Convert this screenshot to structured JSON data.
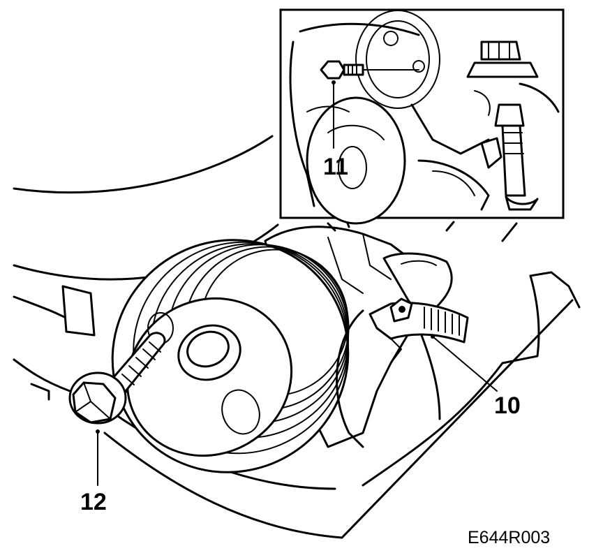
{
  "figure": {
    "reference_code": "E644R003"
  },
  "callouts": [
    {
      "id": "10",
      "label": "10",
      "refers_to": "hose-clamp"
    },
    {
      "id": "11",
      "label": "11",
      "refers_to": "bracket-bolt"
    },
    {
      "id": "12",
      "label": "12",
      "refers_to": "pump-bolt"
    }
  ],
  "colors": {
    "line": "#000000",
    "paper": "#ffffff"
  }
}
